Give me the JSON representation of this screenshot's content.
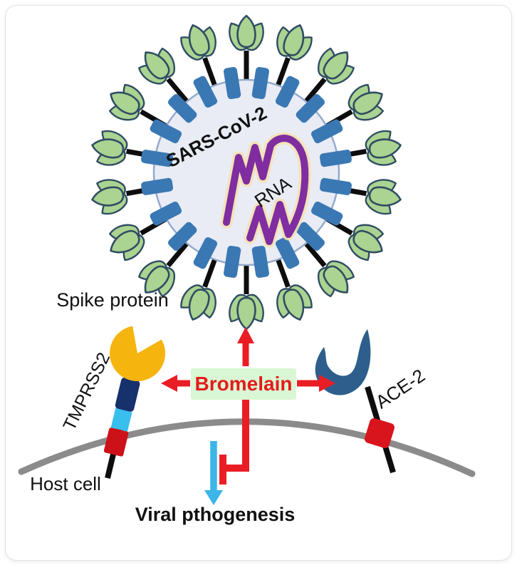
{
  "figure": {
    "virus_label": "SARS-CoV-2",
    "rna_label": "RNA",
    "spike_label": "Spike protein",
    "tmprss2_label": "TMPRSS2",
    "ace2_label": "ACE-2",
    "host_cell_label": "Host cell",
    "bromelain_label": "Bromelain",
    "outcome_label": "Viral pthogenesis"
  },
  "virus": {
    "spike_count": 18,
    "rim_protein_count": 20
  },
  "colors": {
    "envelope_fill": "#e9ecf5",
    "envelope_stroke": "#93aacc",
    "membrane_protein": "#3a78b4",
    "spike_stalk": "#0d0d0d",
    "spike_petal_fill": "#abd391",
    "spike_petal_stroke": "#2f4d63",
    "rna_stroke": "#7f2da0",
    "rna_glow": "#f5e2ae",
    "tmprss2_head": "#f6b40e",
    "tmprss2_seg1": "#17316d",
    "tmprss2_seg2": "#38bfee",
    "tmprss2_seg3": "#cd1118",
    "ace2_fill": "#2e5f8c",
    "ace2_anchor": "#d8151c",
    "membrane": "#8b8b8b",
    "arrow_red": "#ea1d25",
    "arrow_cyan": "#3cb5e8",
    "bromelain_bg": "#d9f7d4",
    "bromelain_text": "#e31c1c",
    "text": "#111111"
  }
}
